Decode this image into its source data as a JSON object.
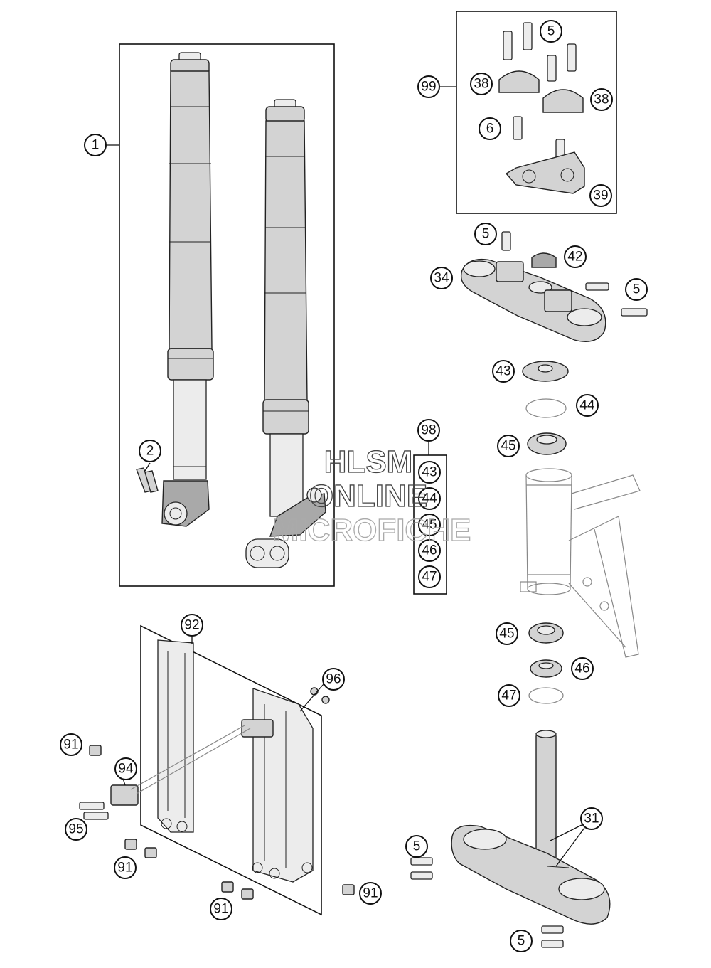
{
  "watermark": {
    "line1": "HLSM",
    "line2": "ONLINE",
    "line3": "MICROFICHE"
  },
  "callouts": {
    "c1": "1",
    "c2": "2",
    "c99": "99",
    "c5a": "5",
    "c38a": "38",
    "c38b": "38",
    "c6": "6",
    "c39": "39",
    "c5b": "5",
    "c42": "42",
    "c34": "34",
    "c5c": "5",
    "c43": "43",
    "c44": "44",
    "c45a": "45",
    "c98": "98",
    "k43": "43",
    "k44": "44",
    "k45": "45",
    "k46": "46",
    "k47": "47",
    "c45b": "45",
    "c46": "46",
    "c47": "47",
    "c92": "92",
    "c96": "96",
    "c91a": "91",
    "c94": "94",
    "c95": "95",
    "c91b": "91",
    "c91c": "91",
    "c91d": "91",
    "c31": "31",
    "c5d": "5",
    "c5e": "5"
  }
}
